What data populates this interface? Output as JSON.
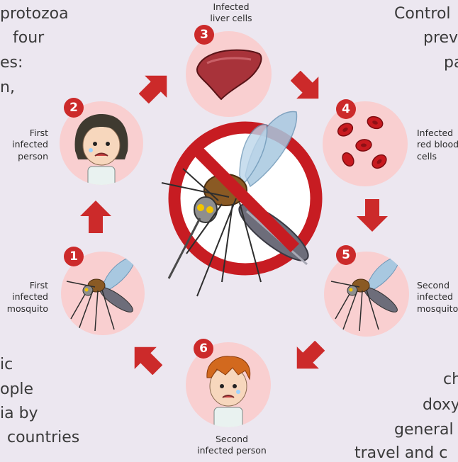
{
  "colors": {
    "background": "#ece7f0",
    "circle": "#f9cfd0",
    "badge": "#cc2a2a",
    "arrow": "#cc2a2a",
    "ban_sign": "#c71c22"
  },
  "background_text": {
    "l1": "protozoa",
    "l2": "four",
    "l3": "es:",
    "l4": "n,",
    "l5": "ic",
    "l6": "ople",
    "l7": "ia   by",
    "l8": "countries",
    "r1": "Control",
    "r2": "prev",
    "r3": "pa",
    "r4": "ch",
    "r5": "doxy",
    "r6": "general",
    "r7": "travel  and  c"
  },
  "steps": [
    {
      "number": "1",
      "label_line1": "First",
      "label_line2": "infected",
      "label_line3": "mosquito",
      "icon": "mosquito-icon"
    },
    {
      "number": "2",
      "label_line1": "First",
      "label_line2": "infected",
      "label_line3": "person",
      "icon": "sad-girl-icon"
    },
    {
      "number": "3",
      "label_line1": "Infected",
      "label_line2": "liver cells",
      "icon": "liver-icon"
    },
    {
      "number": "4",
      "label_line1": "Infected",
      "label_line2": "red blood",
      "label_line3": "cells",
      "icon": "red-blood-cells-icon"
    },
    {
      "number": "5",
      "label_line1": "Second",
      "label_line2": "infected",
      "label_line3": "mosquito",
      "icon": "mosquito-icon"
    },
    {
      "number": "6",
      "label_line1": "Second",
      "label_line2": "infected person",
      "icon": "sad-boy-icon"
    }
  ],
  "center": {
    "icon": "no-mosquito-icon"
  }
}
